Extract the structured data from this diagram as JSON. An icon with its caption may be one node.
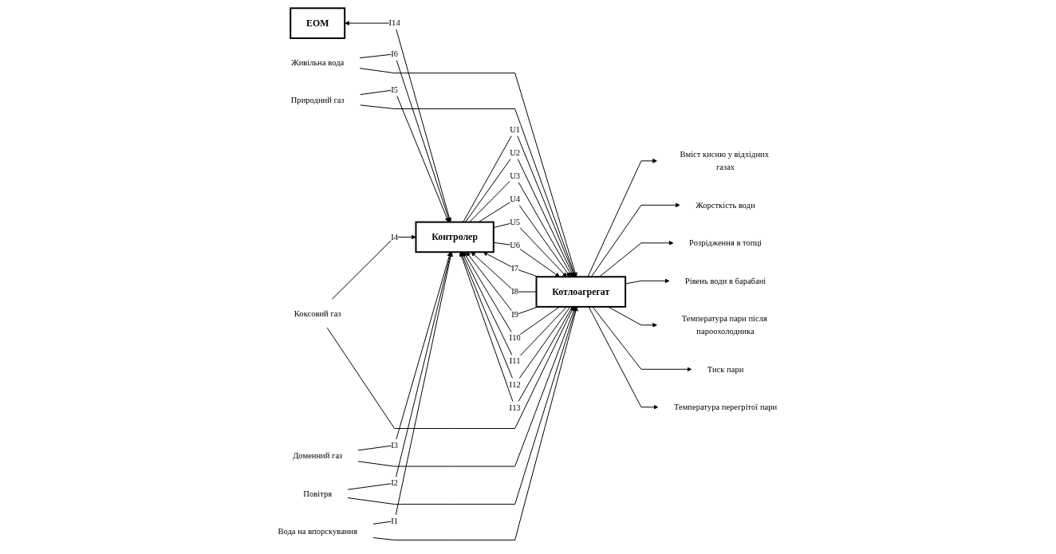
{
  "diagram": {
    "nodes": [
      {
        "text": [
          "ЕОМ"
        ]
      },
      {
        "text": [
          "Контролер"
        ]
      },
      {
        "text": [
          "Живільна вода"
        ]
      },
      {
        "text": [
          "Природний газ"
        ]
      },
      {
        "text": [
          "Коксовий газ"
        ]
      },
      {
        "text": [
          "Доменний газ"
        ]
      },
      {
        "text": [
          "Повітря"
        ]
      },
      {
        "text": [
          "Вода на впорскування"
        ]
      },
      {
        "text": [
          "Котлоагрегат"
        ]
      },
      {
        "text": [
          "Вміст кисню у відхідних газах"
        ]
      },
      {
        "text": [
          "Жорсткість води"
        ]
      },
      {
        "text": [
          "Розрідження в топці"
        ]
      },
      {
        "text": [
          "Рівень води в барабані"
        ]
      },
      {
        "text": [
          "Температура пари після пароохолодника"
        ]
      },
      {
        "text": [
          "Тиск пари"
        ]
      },
      {
        "text": [
          "Температура перегрітої пари"
        ]
      }
    ],
    "edges": [
      {
        "from": 0,
        "to": 1,
        "arrow": "both",
        "label": "I14"
      },
      {
        "from": 7,
        "to": 1,
        "arrow": "to",
        "label": "I1"
      },
      {
        "from": 6,
        "to": 1,
        "arrow": "to",
        "label": "I2"
      },
      {
        "from": 5,
        "to": 1,
        "arrow": "to",
        "label": "I3"
      },
      {
        "from": 4,
        "to": 1,
        "arrow": "to",
        "label": "I4"
      },
      {
        "from": 3,
        "to": 1,
        "arrow": "to",
        "label": "I5"
      },
      {
        "from": 2,
        "to": 1,
        "arrow": "to",
        "label": "I6"
      },
      {
        "from": 2,
        "to": 8,
        "arrow": "to"
      },
      {
        "from": 3,
        "to": 8,
        "arrow": "to"
      },
      {
        "from": 4,
        "to": 8,
        "arrow": "to"
      },
      {
        "from": 5,
        "to": 8,
        "arrow": "to"
      },
      {
        "from": 6,
        "to": 8,
        "arrow": "to"
      },
      {
        "from": 7,
        "to": 8,
        "arrow": "to"
      },
      {
        "from": 1,
        "to": 8,
        "arrow": "to",
        "label": "U1"
      },
      {
        "from": 1,
        "to": 8,
        "arrow": "to",
        "label": "U2"
      },
      {
        "from": 1,
        "to": 8,
        "arrow": "to",
        "label": "U3"
      },
      {
        "from": 1,
        "to": 8,
        "arrow": "to",
        "label": "U4"
      },
      {
        "from": 1,
        "to": 8,
        "arrow": "to",
        "label": "U5"
      },
      {
        "from": 1,
        "to": 8,
        "arrow": "to",
        "label": "U6"
      },
      {
        "from": 8,
        "to": 1,
        "arrow": "to",
        "label": "I7"
      },
      {
        "from": 8,
        "to": 1,
        "arrow": "to",
        "label": "I8"
      },
      {
        "from": 8,
        "to": 1,
        "arrow": "to",
        "label": "I9"
      },
      {
        "from": 8,
        "to": 1,
        "arrow": "to",
        "label": "I10"
      },
      {
        "from": 8,
        "to": 1,
        "arrow": "to",
        "label": "I11"
      },
      {
        "from": 8,
        "to": 1,
        "arrow": "to",
        "label": "I12"
      },
      {
        "from": 8,
        "to": 1,
        "arrow": "to",
        "label": "I13"
      },
      {
        "from": 8,
        "to": 9,
        "arrow": "to"
      },
      {
        "from": 8,
        "to": 10,
        "arrow": "to"
      },
      {
        "from": 8,
        "to": 11,
        "arrow": "to"
      },
      {
        "from": 8,
        "to": 12,
        "arrow": "to"
      },
      {
        "from": 8,
        "to": 13,
        "arrow": "to"
      },
      {
        "from": 8,
        "to": 14,
        "arrow": "to"
      },
      {
        "from": 8,
        "to": 15,
        "arrow": "to"
      }
    ]
  }
}
